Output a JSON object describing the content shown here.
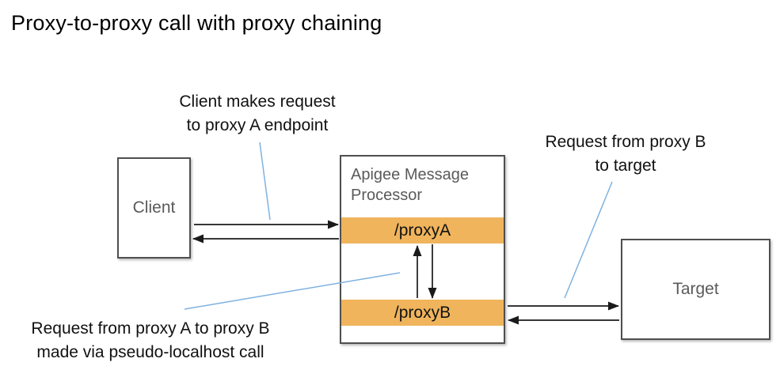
{
  "title": "Proxy-to-proxy call with proxy chaining",
  "nodes": {
    "client": {
      "label": "Client"
    },
    "apigee": {
      "label": "Apigee Message Processor",
      "proxy_a": "/proxyA",
      "proxy_b": "/proxyB"
    },
    "target": {
      "label": "Target"
    }
  },
  "annotations": {
    "client_request": "Client makes request\nto proxy A endpoint",
    "proxy_b_to_target": "Request from proxy B\nto target",
    "proxy_a_to_b": "Request from proxy A to proxy B\nmade via pseudo-localhost call"
  },
  "colors": {
    "proxy_bar_fill": "#EFB45C",
    "callout_line": "#7FB2E0",
    "arrow": "#1A1A1A",
    "box_border": "#4F4F4F",
    "box_label_text": "#5A5A5A",
    "background": "#FFFFFF"
  }
}
